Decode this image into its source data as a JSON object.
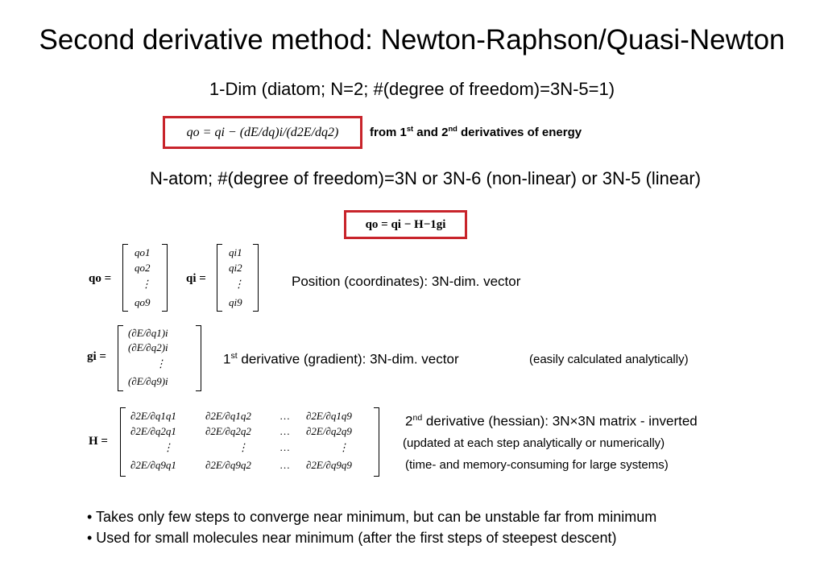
{
  "title": "Second derivative method: Newton-Raphson/Quasi-Newton",
  "subtitle": "1-Dim (diatom; N=2; #(degree of freedom)=3N-5=1)",
  "eq1": {
    "formula": "qo = qi − (dE/dq)i/(d2E/dq2)",
    "caption_pre": "from 1",
    "caption_sup1": "st",
    "caption_mid": " and 2",
    "caption_sup2": "nd",
    "caption_post": " derivatives of energy"
  },
  "natom_line": "N-atom; #(degree of freedom)=3N or 3N-6 (non-linear) or 3N-5 (linear)",
  "eq2": {
    "formula": "qo = qi − H−1gi"
  },
  "qo": {
    "label": "qo =",
    "entries": [
      "qo1",
      "qo2",
      "⋮",
      "qo9"
    ]
  },
  "qi": {
    "label": "qi =",
    "entries": [
      "qi1",
      "qi2",
      "⋮",
      "qi9"
    ]
  },
  "position_desc": "Position (coordinates): 3N-dim. vector",
  "gi": {
    "label": "gi =",
    "entries": [
      "(∂E/∂q1)i",
      "(∂E/∂q2)i",
      "⋮",
      "(∂E/∂q9)i"
    ]
  },
  "gradient_desc": {
    "pre": "1",
    "sup": "st",
    "post": " derivative (gradient): 3N-dim. vector",
    "note": "(easily calculated analytically)"
  },
  "H": {
    "label": "H =",
    "rows": [
      [
        "∂2E/∂q1q1",
        "∂2E/∂q1q2",
        "…",
        "∂2E/∂q1q9"
      ],
      [
        "∂2E/∂q2q1",
        "∂2E/∂q2q2",
        "…",
        "∂2E/∂q2q9"
      ],
      [
        "⋮",
        "⋮",
        "…",
        "⋮"
      ],
      [
        "∂2E/∂q9q1",
        "∂2E/∂q9q2",
        "…",
        "∂2E/∂q9q9"
      ]
    ]
  },
  "hessian_desc": {
    "pre": "2",
    "sup": "nd",
    "post": " derivative (hessian): 3N×3N matrix - inverted",
    "note1": "(updated at each step analytically or numerically)",
    "note2": "(time- and memory-consuming for large systems)"
  },
  "bullets": [
    "• Takes only few steps to converge near minimum, but can be unstable far from minimum",
    "• Used for small molecules near minimum (after the first steps of steepest descent)"
  ],
  "colors": {
    "box_border": "#c8242b"
  }
}
